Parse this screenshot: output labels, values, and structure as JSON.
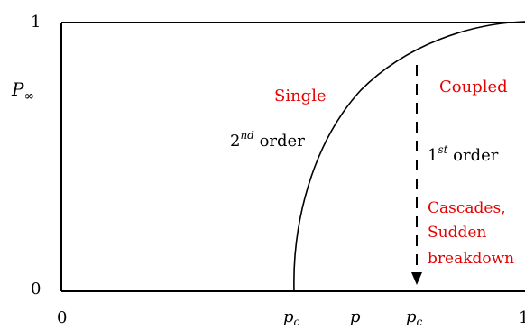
{
  "axes": {
    "y_label_base": "P",
    "y_label_sub": "∞",
    "y_top": "1",
    "y_bottom": "0",
    "x_left": "0",
    "x_right": "1",
    "x_label": "p",
    "pc_left_base": "p",
    "pc_left_sub": "c",
    "pc_right_base": "p",
    "pc_right_sub": "c"
  },
  "labels": {
    "single": "Single",
    "coupled": "Coupled",
    "second_num": "2",
    "second_sup": "nd",
    "order_left": " order",
    "first_num": "1",
    "first_sup": "st",
    "order_right": " order",
    "cascades": "Cascades,",
    "sudden": "Sudden",
    "breakdown": "breakdown"
  },
  "colors": {
    "highlight": "#e60000",
    "ink": "#000000"
  }
}
